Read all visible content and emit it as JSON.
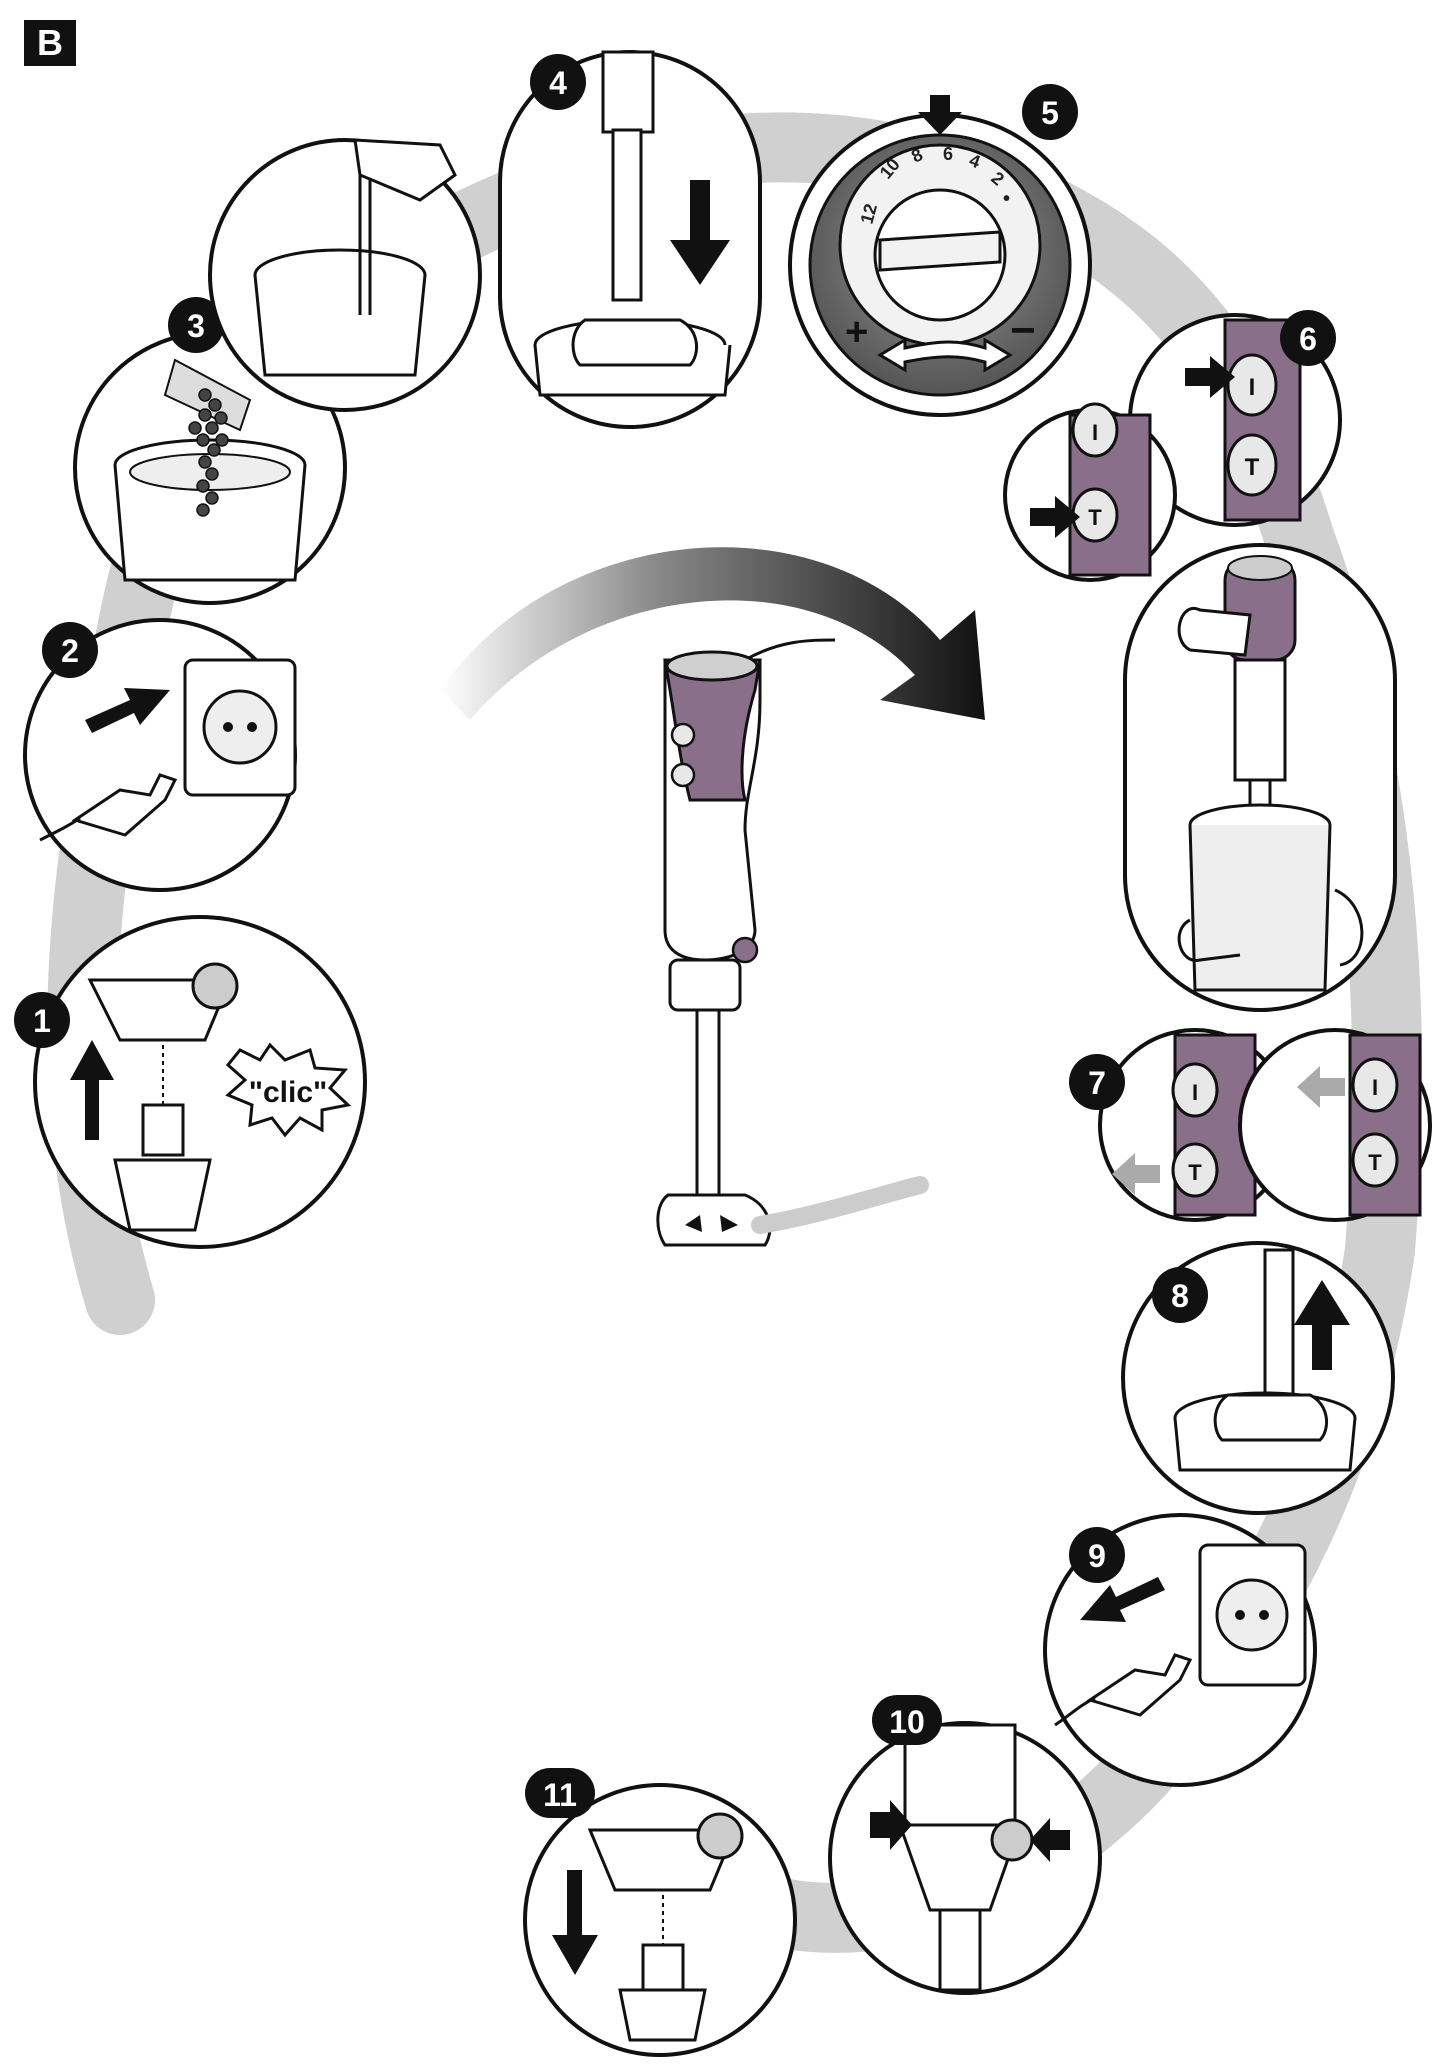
{
  "section_label": "B",
  "colors": {
    "ink": "#111111",
    "grey_path": "#d0d0d0",
    "blender_purple": "#8a6f8a",
    "dial_dark": "#6e6e6e"
  },
  "steps": [
    {
      "number": "1",
      "icon": "attach-shaft-icon",
      "sound_label": "\"clic\""
    },
    {
      "number": "2",
      "icon": "plug-in-icon"
    },
    {
      "number": "3",
      "icon": "add-ingredients-icon"
    },
    {
      "number": "4",
      "icon": "insert-blender-icon"
    },
    {
      "number": "5",
      "icon": "speed-dial-icon",
      "dial_marks": [
        "12",
        "10",
        "8",
        "6",
        "4",
        "2",
        "•"
      ],
      "plus_sign": "+",
      "minus_sign": "−"
    },
    {
      "number": "6",
      "icon": "press-button-icon"
    },
    {
      "number": "7",
      "icon": "release-button-icon"
    },
    {
      "number": "8",
      "icon": "lift-blender-icon"
    },
    {
      "number": "9",
      "icon": "unplug-icon"
    },
    {
      "number": "10",
      "icon": "press-release-buttons-icon"
    },
    {
      "number": "11",
      "icon": "detach-shaft-icon"
    }
  ],
  "button_labels": {
    "one": "I",
    "turbo": "T"
  }
}
